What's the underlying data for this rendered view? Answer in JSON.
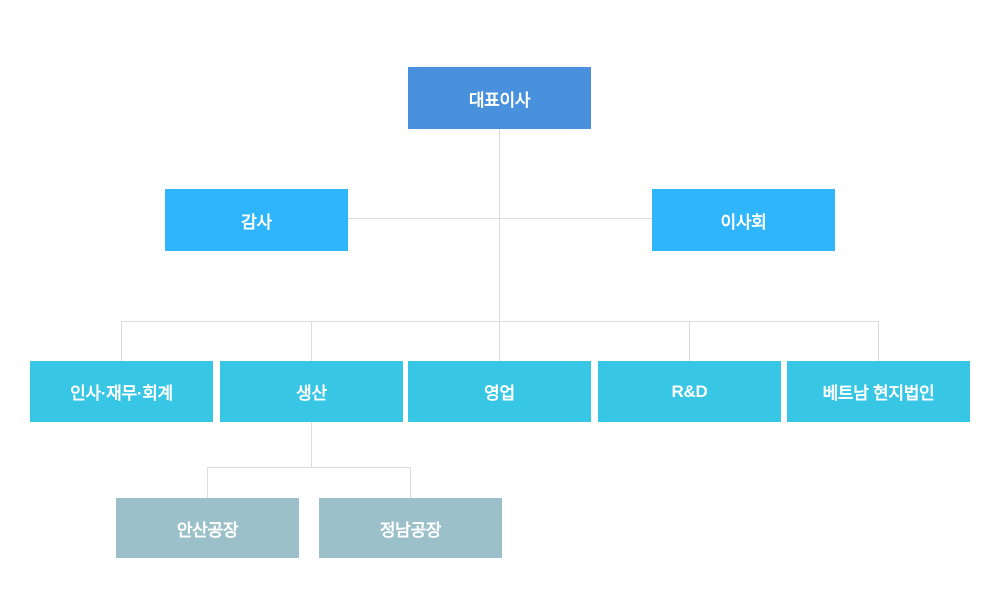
{
  "colors": {
    "level1": "#4991DC",
    "level2": "#2EB5FC",
    "level3": "#38C6E5",
    "level4": "#9BC0CA",
    "connector": "#DBDBDB",
    "text": "#FFFFFF"
  },
  "org_chart": {
    "ceo": {
      "label": "대표이사"
    },
    "audit": {
      "label": "감사"
    },
    "board": {
      "label": "이사회"
    },
    "departments": [
      {
        "label": "인사·재무·회계"
      },
      {
        "label": "생산"
      },
      {
        "label": "영업"
      },
      {
        "label": "R&D"
      },
      {
        "label": "베트남 현지법인"
      }
    ],
    "factories": [
      {
        "label": "안산공장"
      },
      {
        "label": "정남공장"
      }
    ]
  }
}
